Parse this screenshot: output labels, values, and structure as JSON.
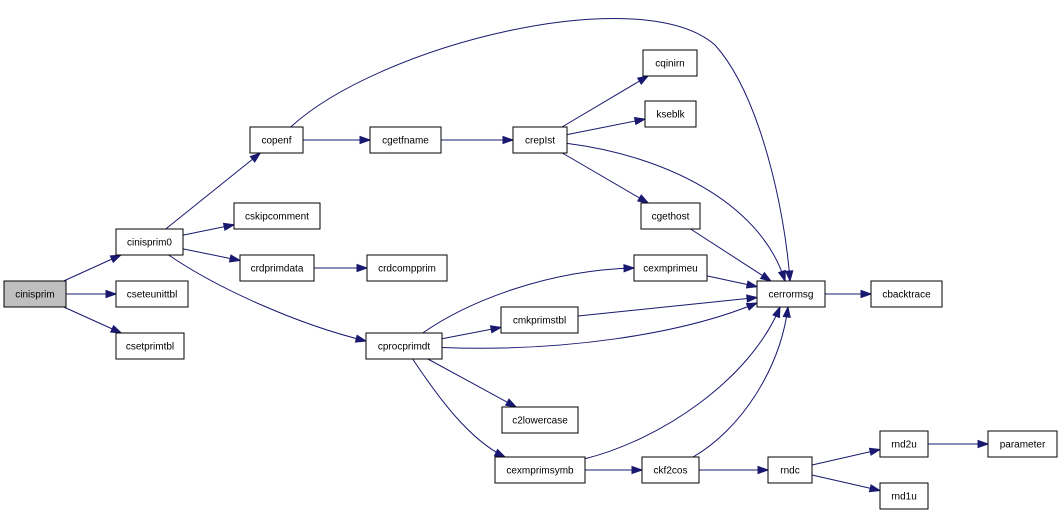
{
  "diagram": {
    "colors": {
      "edge": "#191970",
      "root_fill": "#bfbfbf",
      "node_fill": "#ffffff",
      "node_border": "#000000"
    },
    "nodes": [
      {
        "id": "cinisprim",
        "label": "cinisprim",
        "root": true
      },
      {
        "id": "cinisprim0",
        "label": "cinisprim0"
      },
      {
        "id": "cseteunittbl",
        "label": "cseteunittbl"
      },
      {
        "id": "csetprimtbl",
        "label": "csetprimtbl"
      },
      {
        "id": "copenf",
        "label": "copenf"
      },
      {
        "id": "cskipcomment",
        "label": "cskipcomment"
      },
      {
        "id": "crdprimdata",
        "label": "crdprimdata"
      },
      {
        "id": "cprocprimdt",
        "label": "cprocprimdt"
      },
      {
        "id": "cgetfname",
        "label": "cgetfname"
      },
      {
        "id": "crdcompprim",
        "label": "crdcompprim"
      },
      {
        "id": "crepIst",
        "label": "crepIst"
      },
      {
        "id": "cqinirn",
        "label": "cqinirn"
      },
      {
        "id": "kseblk",
        "label": "kseblk"
      },
      {
        "id": "cgethost",
        "label": "cgethost"
      },
      {
        "id": "cexmprimeu",
        "label": "cexmprimeu"
      },
      {
        "id": "cmkprimstbl",
        "label": "cmkprimstbl"
      },
      {
        "id": "c2lowercase",
        "label": "c2lowercase"
      },
      {
        "id": "cexmprimsymb",
        "label": "cexmprimsymb"
      },
      {
        "id": "ckf2cos",
        "label": "ckf2cos"
      },
      {
        "id": "cerrormsg",
        "label": "cerrormsg"
      },
      {
        "id": "cbacktrace",
        "label": "cbacktrace"
      },
      {
        "id": "rndc",
        "label": "rndc"
      },
      {
        "id": "rnd2u",
        "label": "rnd2u"
      },
      {
        "id": "rnd1u",
        "label": "rnd1u"
      },
      {
        "id": "parameter",
        "label": "parameter"
      }
    ],
    "edges": [
      {
        "from": "cinisprim",
        "to": "cinisprim0"
      },
      {
        "from": "cinisprim",
        "to": "cseteunittbl"
      },
      {
        "from": "cinisprim",
        "to": "csetprimtbl"
      },
      {
        "from": "cinisprim0",
        "to": "copenf"
      },
      {
        "from": "cinisprim0",
        "to": "cskipcomment"
      },
      {
        "from": "cinisprim0",
        "to": "crdprimdata"
      },
      {
        "from": "cinisprim0",
        "to": "cprocprimdt"
      },
      {
        "from": "copenf",
        "to": "cgetfname"
      },
      {
        "from": "copenf",
        "to": "cerrormsg"
      },
      {
        "from": "cgetfname",
        "to": "crepIst"
      },
      {
        "from": "crdprimdata",
        "to": "crdcompprim"
      },
      {
        "from": "crepIst",
        "to": "cqinirn"
      },
      {
        "from": "crepIst",
        "to": "kseblk"
      },
      {
        "from": "crepIst",
        "to": "cgethost"
      },
      {
        "from": "crepIst",
        "to": "cerrormsg"
      },
      {
        "from": "cgethost",
        "to": "cerrormsg"
      },
      {
        "from": "cprocprimdt",
        "to": "cexmprimeu"
      },
      {
        "from": "cprocprimdt",
        "to": "cmkprimstbl"
      },
      {
        "from": "cprocprimdt",
        "to": "cerrormsg"
      },
      {
        "from": "cprocprimdt",
        "to": "c2lowercase"
      },
      {
        "from": "cprocprimdt",
        "to": "cexmprimsymb"
      },
      {
        "from": "cexmprimeu",
        "to": "cerrormsg"
      },
      {
        "from": "cmkprimstbl",
        "to": "cerrormsg"
      },
      {
        "from": "cexmprimsymb",
        "to": "cerrormsg"
      },
      {
        "from": "cexmprimsymb",
        "to": "ckf2cos"
      },
      {
        "from": "ckf2cos",
        "to": "cerrormsg"
      },
      {
        "from": "ckf2cos",
        "to": "rndc"
      },
      {
        "from": "cerrormsg",
        "to": "cbacktrace"
      },
      {
        "from": "rndc",
        "to": "rnd2u"
      },
      {
        "from": "rndc",
        "to": "rnd1u"
      },
      {
        "from": "rnd2u",
        "to": "parameter"
      }
    ]
  }
}
